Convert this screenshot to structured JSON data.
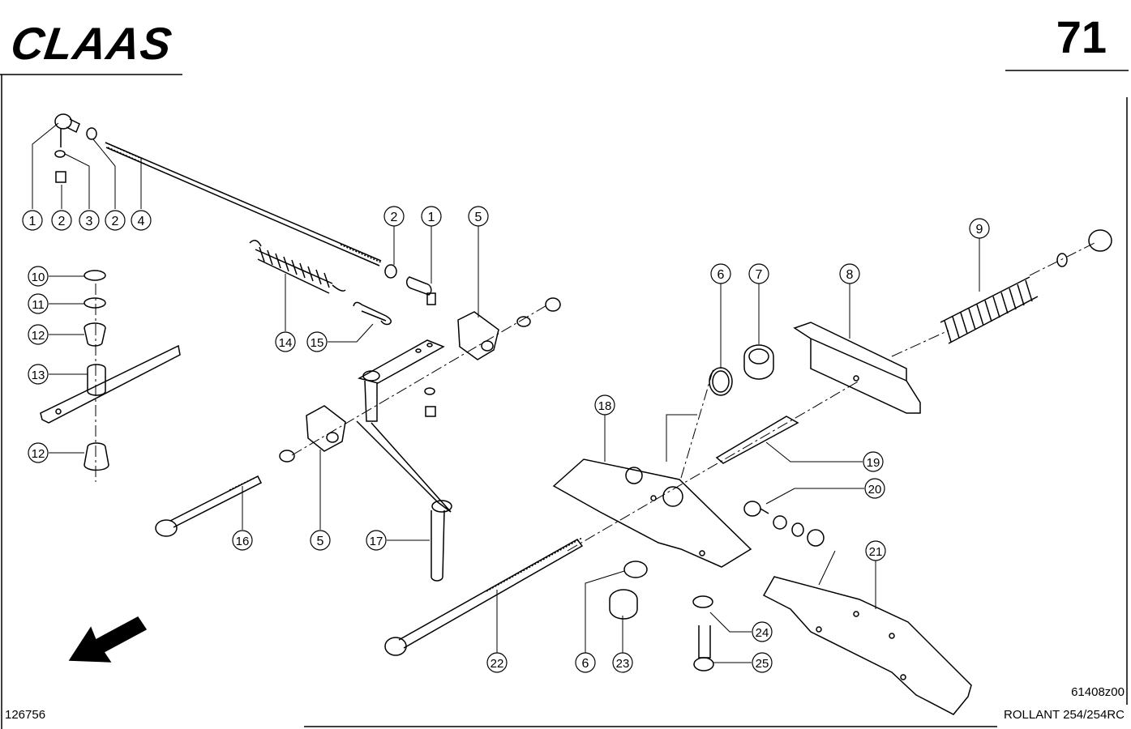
{
  "header": {
    "brand": "CLAAS",
    "page_number": "71"
  },
  "footer": {
    "left_code": "126756",
    "right_code": "61408z00",
    "model": "ROLLANT 254/254RC"
  },
  "callouts": [
    "1",
    "2",
    "3",
    "2",
    "4",
    "2",
    "1",
    "5",
    "10",
    "11",
    "12",
    "13",
    "12",
    "14",
    "15",
    "16",
    "5",
    "17",
    "6",
    "7",
    "8",
    "9",
    "18",
    "19",
    "20",
    "21",
    "22",
    "6",
    "23",
    "24",
    "25"
  ]
}
